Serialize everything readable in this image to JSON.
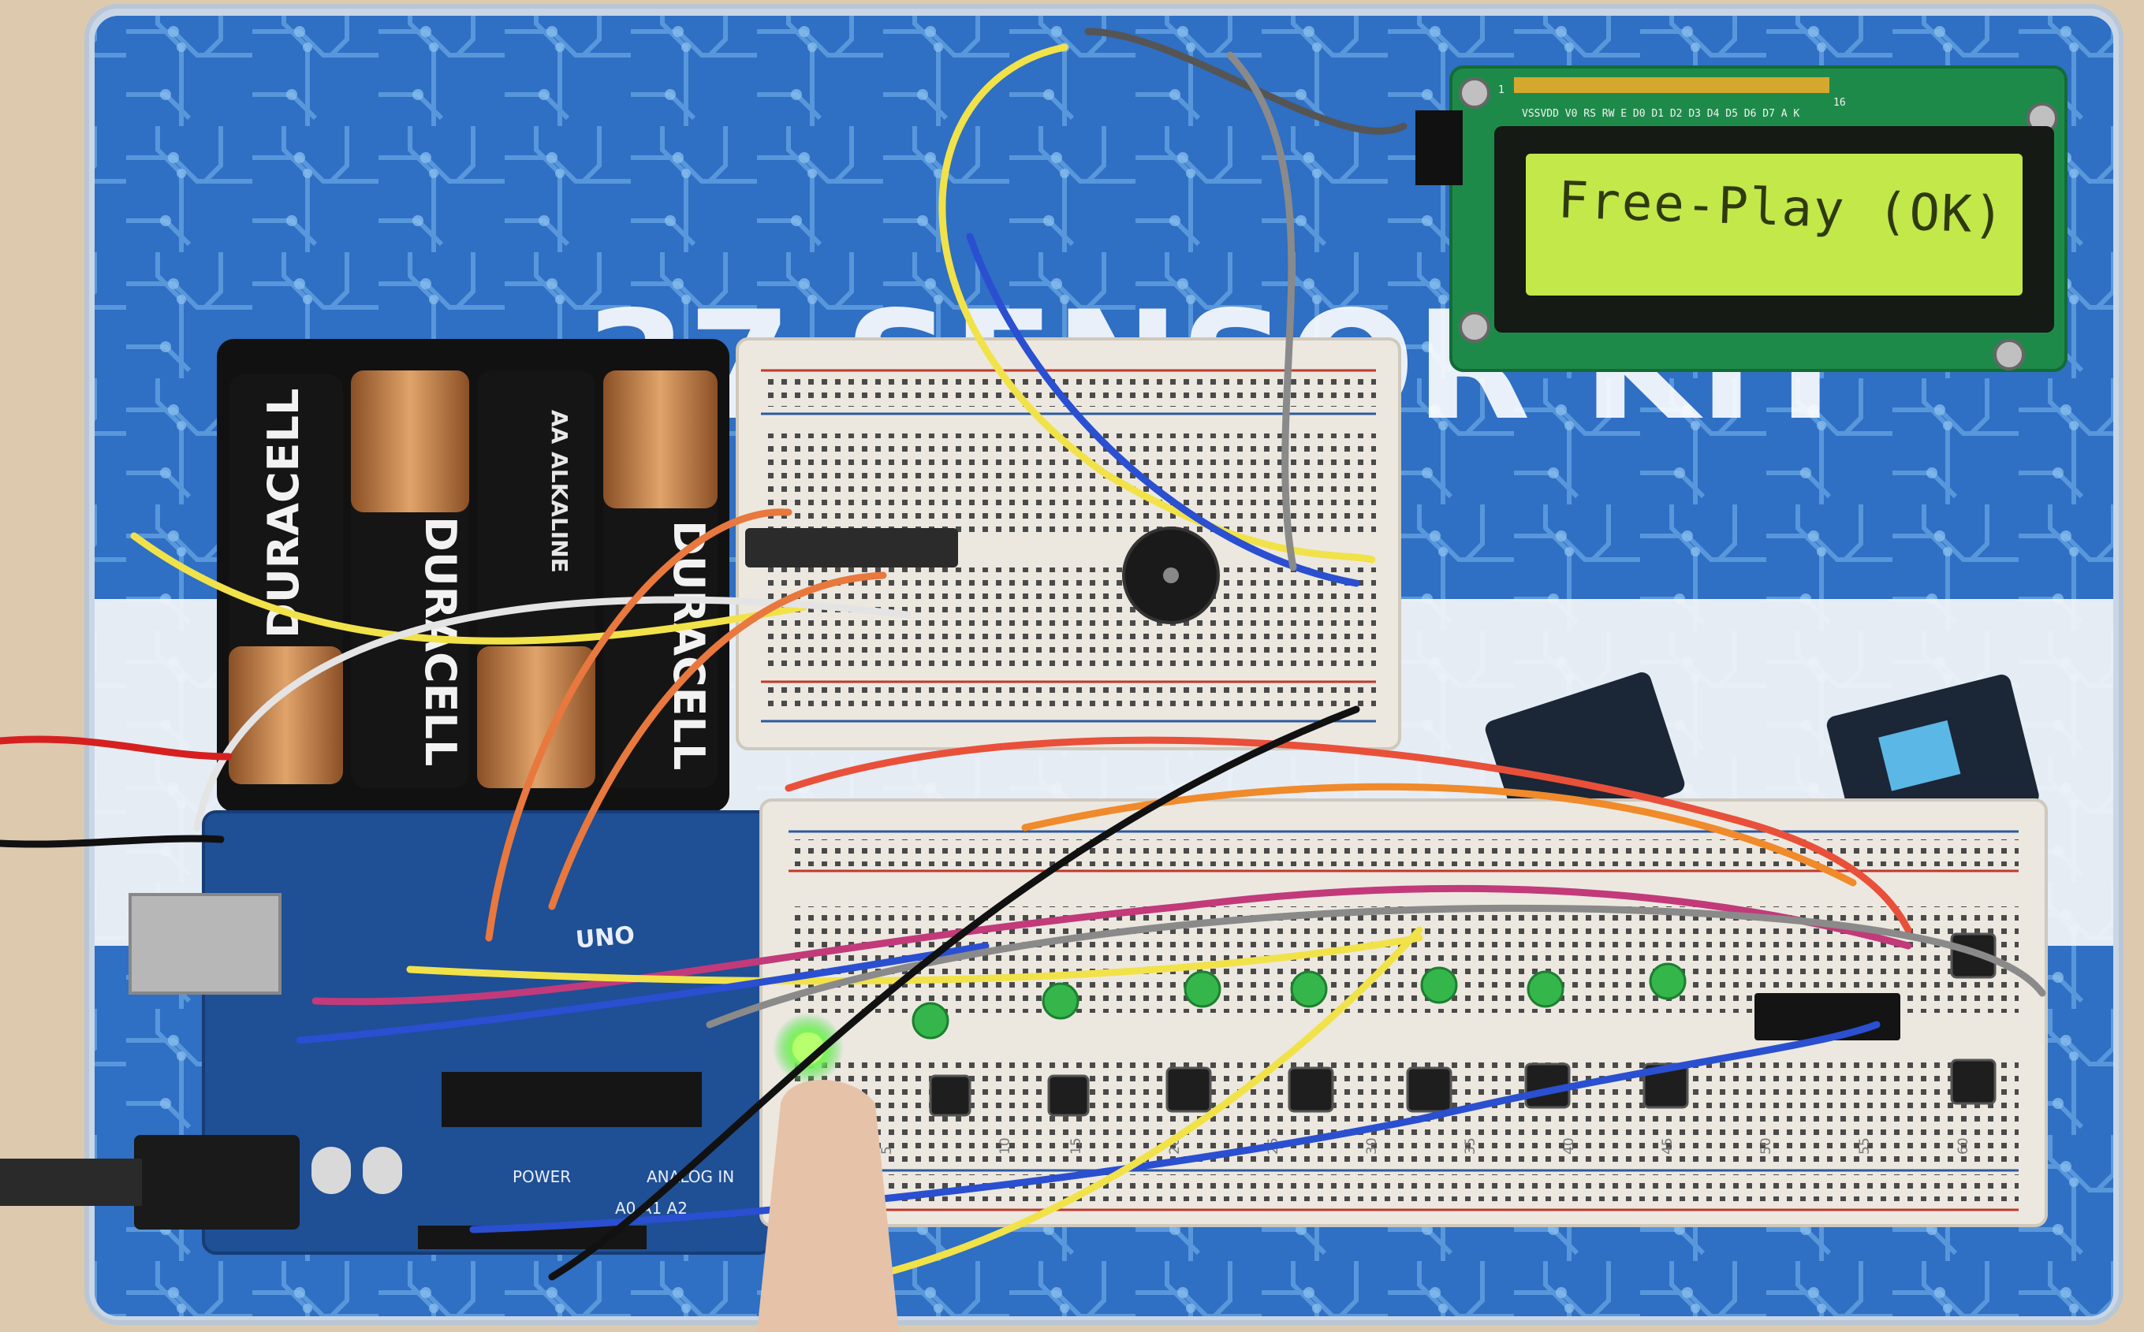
{
  "lcd": {
    "text": "Free-Play (OK)",
    "pin_header_labels": "VSSVDD V0 RS RW E  D0 D1 D2 D3 D4 D5 D6 D7  A  K",
    "pin_count_label": "16",
    "pin_first_label": "1"
  },
  "kit_box": {
    "title": "37 SENSOR KIT"
  },
  "battery_pack": {
    "batteries": [
      {
        "brand": "DURACELL",
        "marking": ""
      },
      {
        "brand": "DURACELL",
        "marking": ""
      },
      {
        "brand": "",
        "marking": "AA  ALKALINE"
      },
      {
        "brand": "DURACELL",
        "marking": ""
      }
    ]
  },
  "arduino": {
    "board_label": "UNO",
    "header_labels": {
      "power": "POWER",
      "analog": "ANALOG IN",
      "a_pins": "A0 A1 A2"
    }
  },
  "breadboard_numbers": [
    "5",
    "10",
    "15",
    "20",
    "25",
    "30",
    "35",
    "40",
    "45",
    "50",
    "55",
    "60"
  ],
  "colors": {
    "kit_blue": "#2f6fc4",
    "lcd_green": "#c2e84a",
    "arduino_blue": "#1f4f95",
    "breadboard_white": "#ece8e0",
    "led_green": "#3ed94a"
  }
}
